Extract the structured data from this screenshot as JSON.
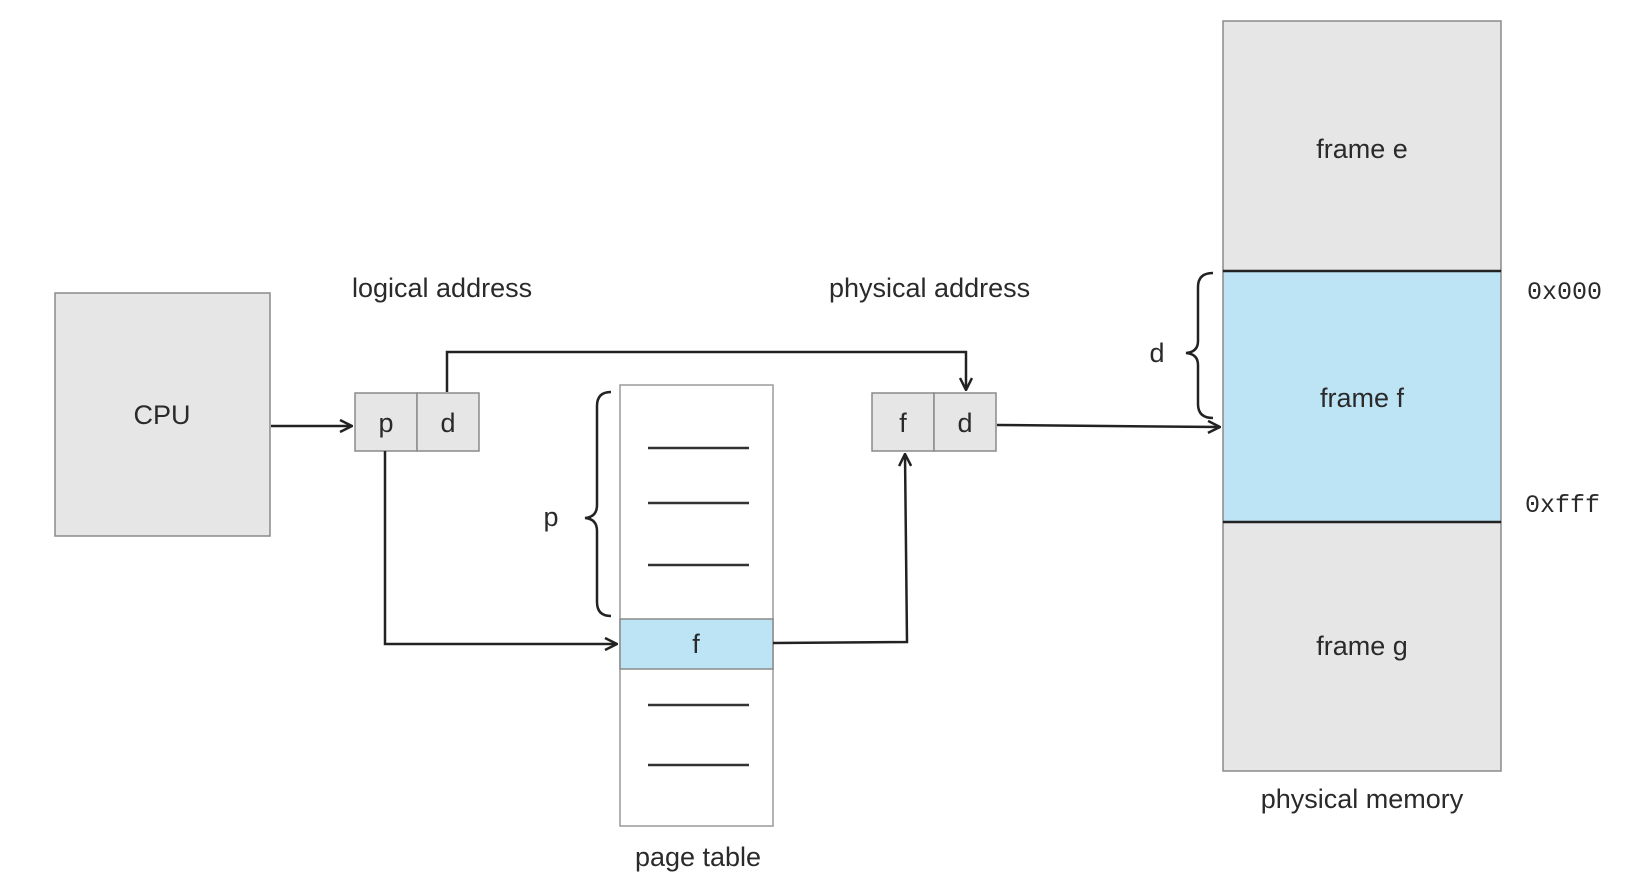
{
  "cpu": {
    "label": "CPU"
  },
  "logical_address": {
    "title": "logical address",
    "p": "p",
    "d": "d"
  },
  "physical_address": {
    "title": "physical address",
    "f": "f",
    "d": "d"
  },
  "page_table": {
    "title": "page table",
    "entry": "f",
    "index_label": "p"
  },
  "physical_memory": {
    "title": "physical memory",
    "frames": [
      "frame e",
      "frame f",
      "frame g"
    ],
    "offset_label": "d",
    "start_address": "0x000",
    "end_address": "0xfff"
  },
  "colors": {
    "highlight": "#bde4f4",
    "box": "#e6e6e6"
  }
}
